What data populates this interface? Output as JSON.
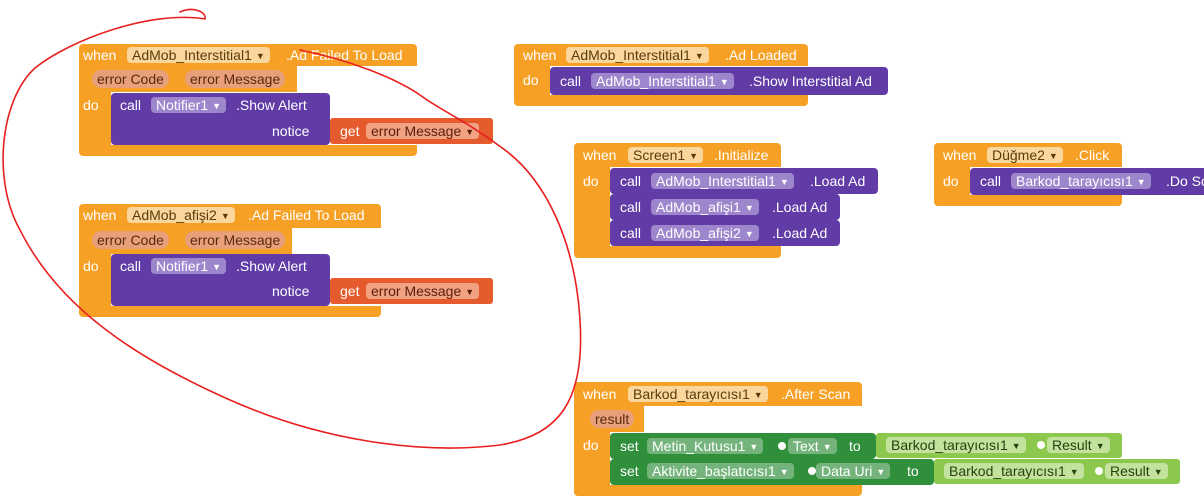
{
  "kw": {
    "when": "when",
    "do": "do",
    "call": "call",
    "get": "get",
    "set": "set",
    "to": "to"
  },
  "b1": {
    "comp": "AdMob_Interstitial1",
    "event": ".Ad Failed To Load",
    "p1": "error Code",
    "p2": "error Message",
    "notifier": "Notifier1",
    "method": ".Show Alert",
    "arg": "notice",
    "getvar": "error Message"
  },
  "b2": {
    "comp": "AdMob_afişi2",
    "event": ".Ad Failed To Load",
    "p1": "error Code",
    "p2": "error Message",
    "notifier": "Notifier1",
    "method": ".Show Alert",
    "arg": "notice",
    "getvar": "error Message"
  },
  "b3": {
    "comp": "AdMob_Interstitial1",
    "event": ".Ad Loaded",
    "callcomp": "AdMob_Interstitial1",
    "method": ".Show Interstitial Ad"
  },
  "b4": {
    "comp": "Screen1",
    "event": ".Initialize",
    "c1": "AdMob_Interstitial1",
    "m1": ".Load Ad",
    "c2": "AdMob_afişi1",
    "m2": ".Load Ad",
    "c3": "AdMob_afişi2",
    "m3": ".Load Ad"
  },
  "b5": {
    "comp": "Düğme2",
    "event": ".Click",
    "callcomp": "Barkod_tarayıcısı1",
    "method": ".Do Sc"
  },
  "b6": {
    "comp": "Barkod_tarayıcısı1",
    "event": ".After Scan",
    "param": "result",
    "s1comp": "Metin_Kutusu1",
    "s1prop": "Text",
    "s1src": "Barkod_tarayıcısı1",
    "s1val": "Result",
    "s2comp": "Aktivite_başlatıcısı1",
    "s2prop": "Data Uri",
    "s2src": "Barkod_tarayıcısı1",
    "s2val": "Result"
  },
  "colors": {
    "event": "#f6a126",
    "procedure": "#613ba6",
    "getter": "#e55b2d",
    "setter": "#2f8f3a",
    "component": "#8cc84b",
    "scribble": "#e8201f"
  }
}
